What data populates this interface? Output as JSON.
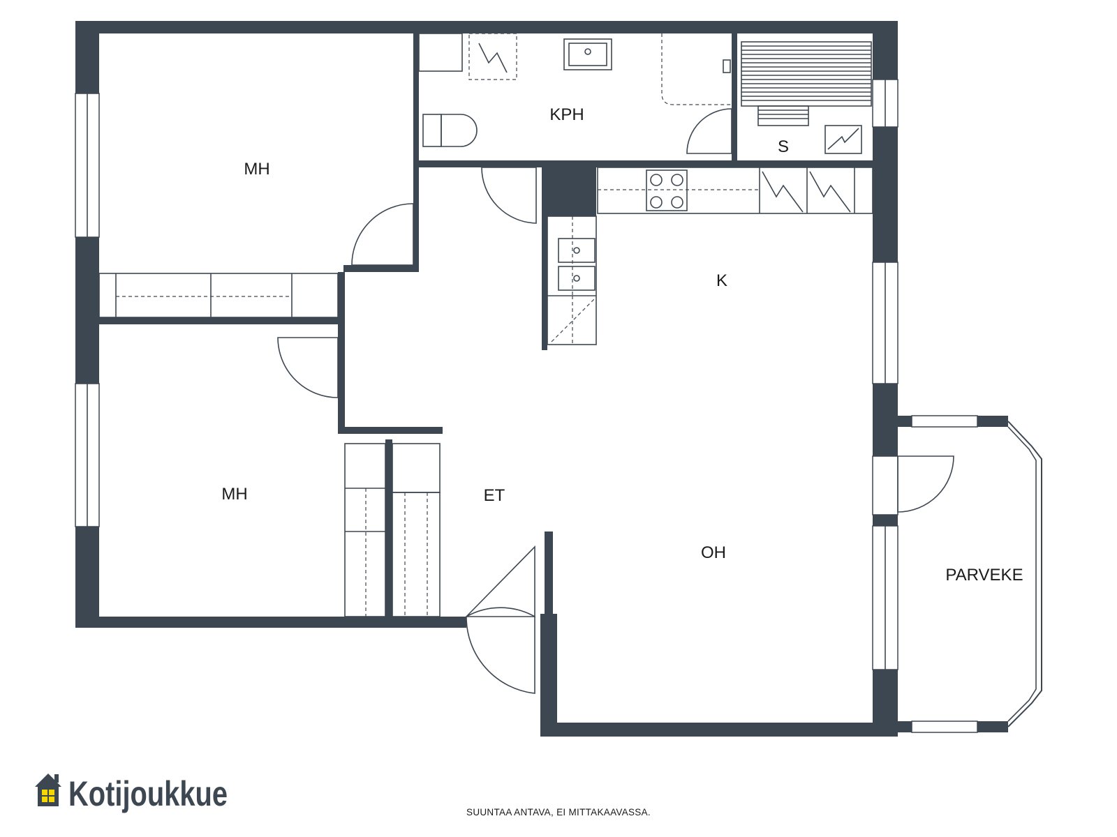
{
  "rooms": {
    "mh_top": "MH",
    "mh_bottom": "MH",
    "kph": "KPH",
    "s": "S",
    "k": "K",
    "et": "ET",
    "oh": "OH",
    "parveke": "PARVEKE"
  },
  "footer_note": "SUUNTAA ANTAVA, EI MITTAKAAVASSA.",
  "brand": {
    "name": "Kotijoukkue",
    "icon": "house-icon",
    "icon_color": "#3d4752",
    "window_color": "#f5d800"
  },
  "colors": {
    "wall": "#3d4752",
    "background": "#ffffff"
  }
}
